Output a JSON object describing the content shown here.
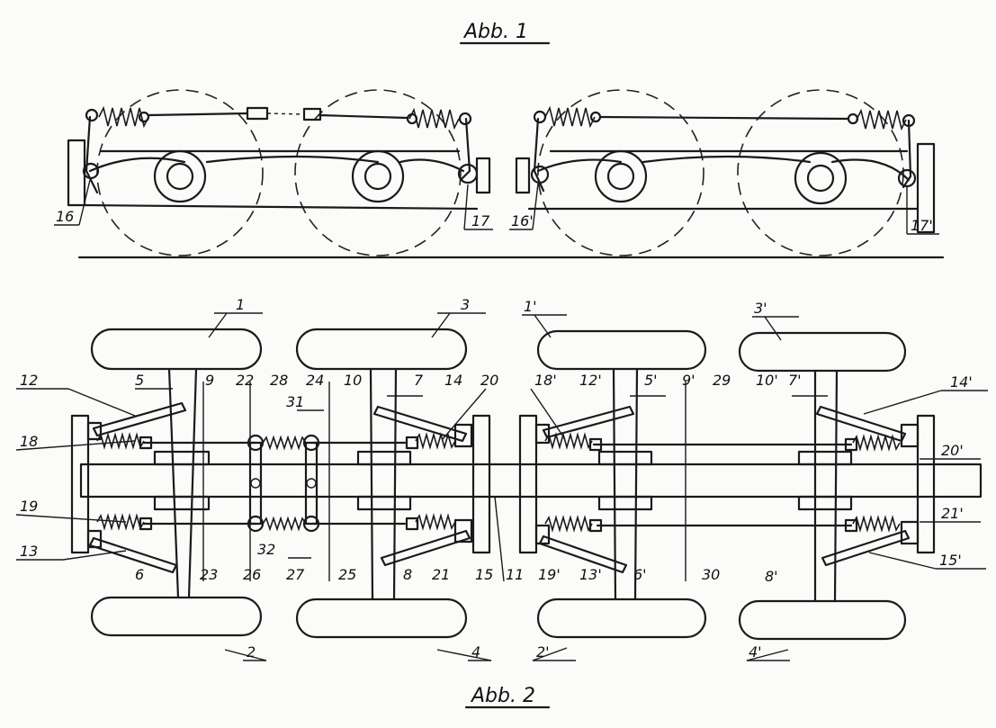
{
  "fig1": {
    "title": "Abb. 1",
    "labels": [
      "16",
      "17",
      "16'",
      "17'"
    ]
  },
  "fig2": {
    "title": "Abb. 2",
    "labels": [
      "1",
      "3",
      "1'",
      "3'",
      "5",
      "7",
      "5'",
      "7'",
      "9",
      "10",
      "9'",
      "10'",
      "12",
      "14",
      "12'",
      "14'",
      "18",
      "20",
      "18'",
      "20'",
      "19",
      "21",
      "19'",
      "21'",
      "13",
      "15",
      "13'",
      "15'",
      "6",
      "8",
      "6'",
      "8'",
      "22",
      "23",
      "24",
      "25",
      "26",
      "27",
      "28",
      "29",
      "30",
      "31",
      "32",
      "11",
      "2",
      "4",
      "2'",
      "4'"
    ]
  }
}
